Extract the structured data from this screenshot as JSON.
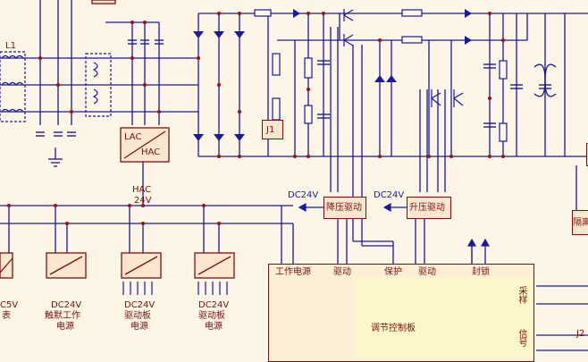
{
  "labels": {
    "l1": "L1",
    "lac": "LAC",
    "hac": "HAC",
    "j1": "J1",
    "hac24v_1": "HAC",
    "hac24v_2": "24V",
    "dc24v_left": "DC24V",
    "dc24v_right": "DC24V",
    "buck_drive": "降压驱动",
    "boost_drive": "升压驱动",
    "isolation": "隔离",
    "dc5v": "C5V",
    "meter": "表",
    "dc24v_a_1": "DC24V",
    "dc24v_a_2": "触默工作",
    "dc24v_a_3": "电源",
    "dc24v_b_1": "DC24V",
    "dc24v_b_2": "驱动板",
    "dc24v_b_3": "电源",
    "dc24v_c_1": "DC24V",
    "dc24v_c_2": "驱动板",
    "dc24v_c_3": "电源",
    "ctrl_work_power": "工作电源",
    "ctrl_drive1": "驱动",
    "ctrl_protect": "保护",
    "ctrl_drive2": "驱动",
    "ctrl_seal": "封锁",
    "ctrl_board": "调节控制板",
    "ctrl_side1": "采样",
    "ctrl_side2": "信号",
    "j2": "J2"
  }
}
